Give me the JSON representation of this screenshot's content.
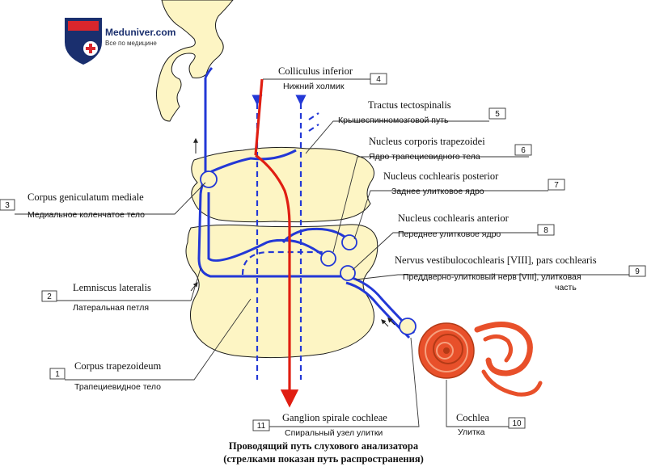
{
  "logo": {
    "name": "Meduniver.com",
    "tagline": "Все по медицине"
  },
  "labels": [
    {
      "number": "1",
      "latin": "Corpus trapezoideum",
      "russian": "Трапециевидное тело"
    },
    {
      "number": "2",
      "latin": "Lemniscus lateralis",
      "russian": "Латеральная петля"
    },
    {
      "number": "3",
      "latin": "Corpus geniculatum mediale",
      "russian": "Медиальное коленчатое тело"
    },
    {
      "number": "4",
      "latin": "Colliculus inferior",
      "russian": "Нижний холмик"
    },
    {
      "number": "5",
      "latin": "Tractus tectospinalis",
      "russian": "Крышеспинномозговой путь"
    },
    {
      "number": "6",
      "latin": "Nucleus corporis trapezoidei",
      "russian": "Ядро трапециевидного тела"
    },
    {
      "number": "7",
      "latin": "Nucleus cochlearis posterior",
      "russian": "Заднее улитковое ядро"
    },
    {
      "number": "8",
      "latin": "Nucleus cochlearis anterior",
      "russian": "Переднее улитковое ядро"
    },
    {
      "number": "9",
      "latin": "Nervus vestibulocochlearis [VIII], pars cochlearis",
      "russian": "Преддверно-улитковый нерв [VIII], улитковая",
      "russian_line2": "часть"
    },
    {
      "number": "10",
      "latin": "Cochlea",
      "russian": "Улитка"
    },
    {
      "number": "11",
      "latin": "Ganglion spirale cochleae",
      "russian": "Спиральный узел улитки"
    }
  ],
  "caption": {
    "line1": "Проводящий путь слухового анализатора",
    "line2": "(стрелками показан путь распространения)"
  },
  "colors": {
    "tissue": "#fdf5c4",
    "tissue_outline": "#1a1a1a",
    "pathway_blue": "#2338d6",
    "pathway_red": "#e01e12",
    "cochlea": "#e8502a",
    "leader": "#333333",
    "logo_blue": "#1a2f6e",
    "logo_red": "#d9262c"
  },
  "icons": [
    "shield-cross-icon"
  ]
}
